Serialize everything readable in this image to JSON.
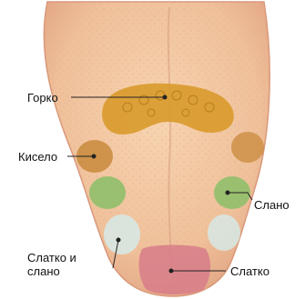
{
  "labels": {
    "bitter": "Горко",
    "sour": "Кисело",
    "salty": "Слано",
    "sweet_salty": "Слатко и слано",
    "sweet": "Слатко"
  },
  "colors": {
    "background": "#ffffff",
    "tongue": "#f3c7a0",
    "tongue_edge": "#e7a98b",
    "bitter_zone": "#d99a2b",
    "sour_zone": "#c98a3c",
    "salty_zone": "#8fbf6a",
    "sweet_salty_zone": "#d8e6e0",
    "sweet_zone": "#d87f8a",
    "leader": "#222222"
  }
}
